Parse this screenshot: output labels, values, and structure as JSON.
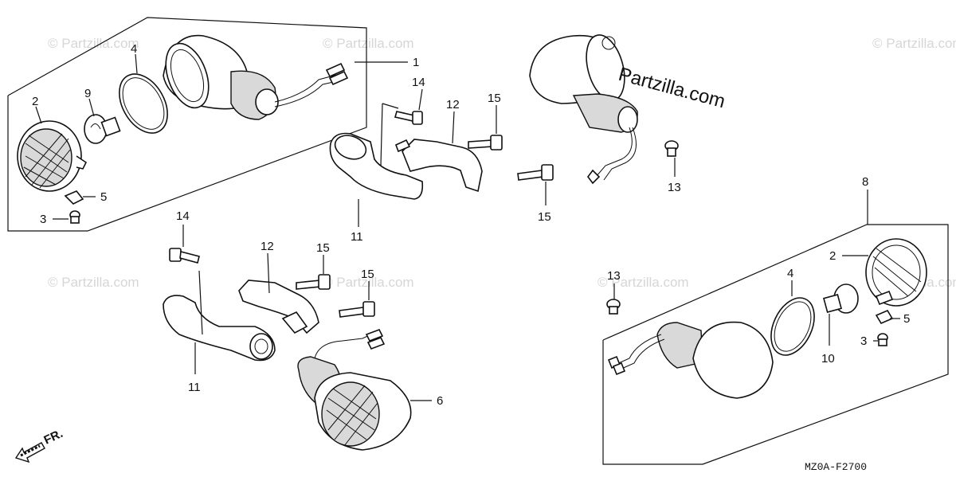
{
  "diagram": {
    "watermark_text": "Partzilla.com",
    "watermark_symbol": "©",
    "watermark_main": "Partzilla.com",
    "code": "MZ0A-F2700",
    "direction_label": "FR.",
    "callouts": {
      "c1": "1",
      "c2a": "2",
      "c2b": "2",
      "c3a": "3",
      "c3b": "3",
      "c4a": "4",
      "c4b": "4",
      "c5a": "5",
      "c5b": "5",
      "c6": "6",
      "c8": "8",
      "c9": "9",
      "c10": "10",
      "c11a": "11",
      "c11b": "11",
      "c12a": "12",
      "c12b": "12",
      "c13a": "13",
      "c13b": "13",
      "c14a": "14",
      "c14b": "14",
      "c15a": "15",
      "c15b": "15",
      "c15c": "15",
      "c15d": "15"
    }
  }
}
